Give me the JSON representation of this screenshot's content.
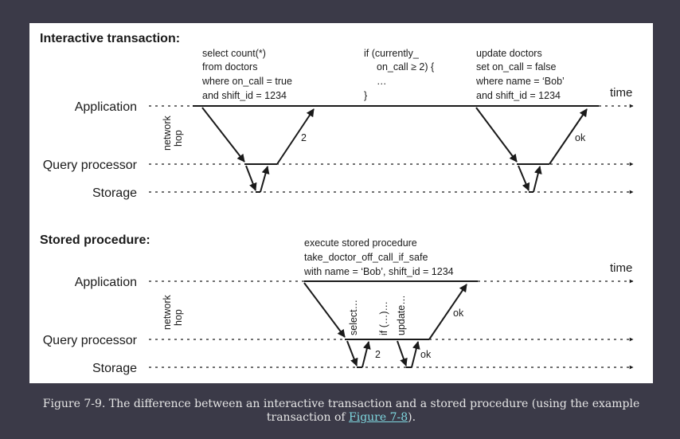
{
  "interactive": {
    "title": "Interactive transaction:",
    "rows": {
      "application": "Application",
      "query_processor": "Query processor",
      "storage": "Storage"
    },
    "time_label": "time",
    "network_hop": [
      "network",
      "hop"
    ],
    "query1": [
      "select count(*)",
      "from doctors",
      "where on_call = true",
      "and shift_id = 1234"
    ],
    "condition": [
      "if (currently_",
      "on_call ≥ 2) {",
      "…",
      "}"
    ],
    "query2": [
      "update doctors",
      "set on_call = false",
      "where name = ‘Bob’",
      "and shift_id = 1234"
    ],
    "result1": "2",
    "result2": "ok"
  },
  "stored": {
    "title": "Stored procedure:",
    "rows": {
      "application": "Application",
      "query_processor": "Query processor",
      "storage": "Storage"
    },
    "time_label": "time",
    "network_hop": [
      "network",
      "hop"
    ],
    "call": [
      "execute stored procedure",
      "take_doctor_off_call_if_safe",
      "with name = ‘Bob’, shift_id = 1234"
    ],
    "steps": [
      "select…",
      "if (…)…",
      "update…"
    ],
    "result_select": "2",
    "result_update": "ok",
    "result_final": "ok"
  },
  "caption": {
    "text": "Figure 7-9. The difference between an interactive transaction and a stored procedure (using the example transaction of ",
    "link": "Figure 7-8",
    "end": ")."
  }
}
